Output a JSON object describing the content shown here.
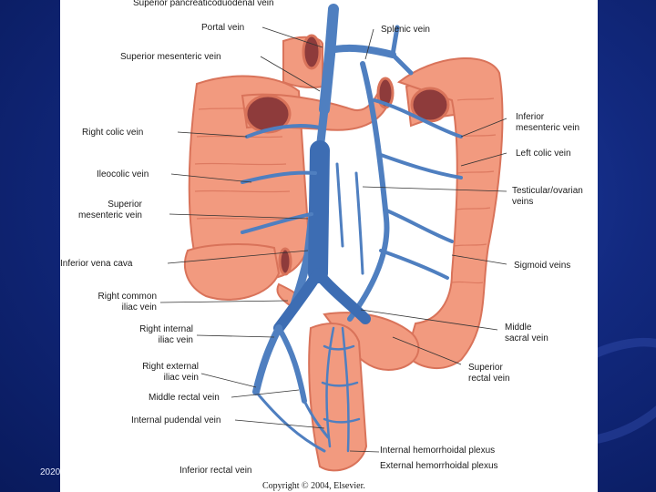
{
  "slide": {
    "year_text": "2020"
  },
  "figure": {
    "copyright": "Copyright © 2004, Elsevier.",
    "colors": {
      "vein": "#4f7fc0",
      "vein_dark": "#2f5fa3",
      "colon": "#f29a7f",
      "colon_dark": "#d9735a",
      "background": "#12297f"
    }
  },
  "labels": {
    "sup_pancreaticoduodenal": "Superior pancreaticoduodenal vein",
    "portal_vein": "Portal vein",
    "sup_mesenteric_top": "Superior mesenteric vein",
    "right_colic": "Right colic vein",
    "ileocolic": "Ileocolic vein",
    "sup_mesenteric_mid": "Superior\nmesenteric vein",
    "inferior_vena_cava": "Inferior vena cava",
    "right_common_iliac": "Right common\niliac vein",
    "right_internal_iliac": "Right internal\niliac vein",
    "right_external_iliac": "Right external\niliac vein",
    "middle_rectal": "Middle rectal vein",
    "internal_pudendal": "Internal pudendal vein",
    "inferior_rectal": "Inferior rectal vein",
    "splenic": "Splenic vein",
    "inferior_mesenteric": "Inferior\nmesenteric vein",
    "left_colic": "Left colic vein",
    "testicular_ovarian": "Testicular/ovarian\nveins",
    "sigmoid": "Sigmoid veins",
    "middle_sacral": "Middle\nsacral vein",
    "superior_rectal": "Superior\nrectal vein",
    "internal_hemorrhoidal": "Internal hemorrhoidal plexus",
    "external_hemorrhoidal": "External hemorrhoidal plexus"
  }
}
